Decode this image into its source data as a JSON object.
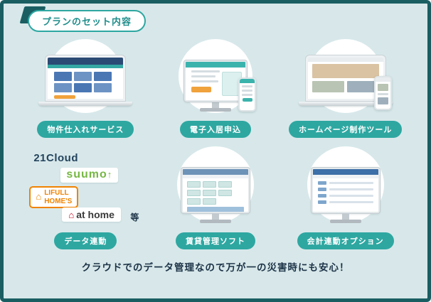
{
  "header": {
    "title": "プランのセット内容"
  },
  "footer": {
    "note": "クラウドでのデータ管理なので万が一の災害時にも安心！"
  },
  "items": [
    {
      "label": "物件仕入れサービス"
    },
    {
      "label": "電子入居申込"
    },
    {
      "label": "ホームページ制作ツール"
    },
    {
      "label": "データ連動"
    },
    {
      "label": "賃貸管理ソフト"
    },
    {
      "label": "会計連動オプション"
    }
  ],
  "logos": {
    "cloud21": "21Cloud",
    "suumo": "suumo",
    "suumo_arrow": "↑",
    "lifull_house": "⌂",
    "lifull_line1": "LIFULL",
    "lifull_line2": "HOME'S",
    "athome_mark": "⌂",
    "athome": "at home",
    "etc": "等"
  },
  "colors": {
    "frame_border": "#1A5E62",
    "background": "#D8E8EA",
    "accent_teal": "#2EA7A1",
    "label_text": "#FFFFFF",
    "footer_text": "#1C3347",
    "suumo_green": "#76B743",
    "lifull_orange": "#F08300",
    "athome_red": "#C8001E",
    "cloud21_navy": "#24445E"
  }
}
